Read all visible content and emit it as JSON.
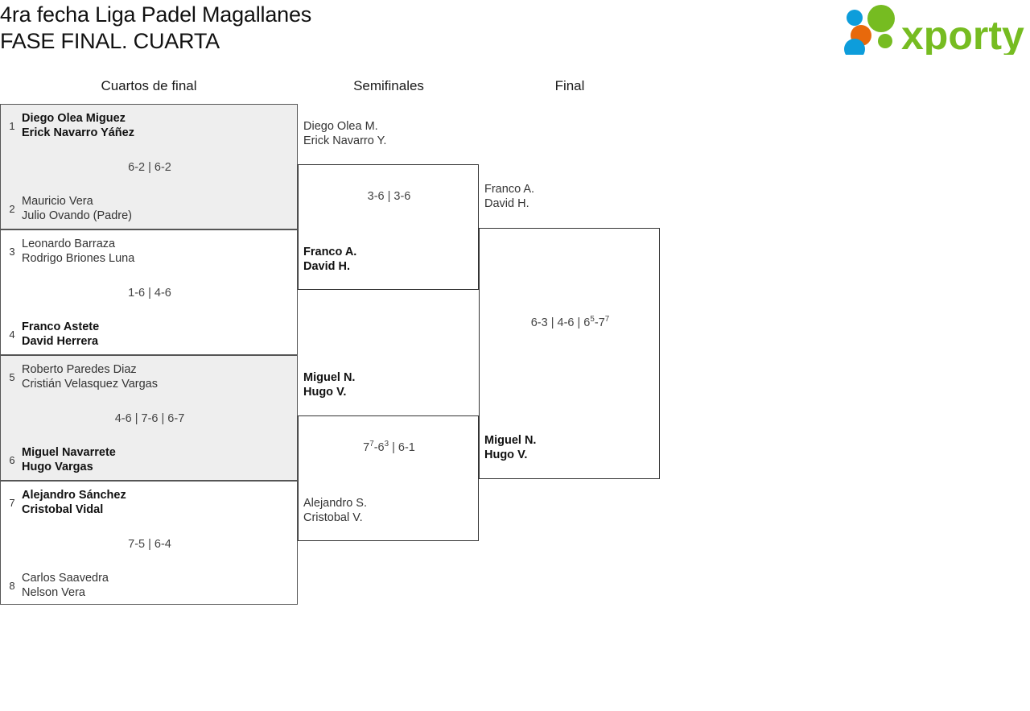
{
  "header": {
    "title_line1": "4ra fecha Liga Padel Magallanes",
    "title_line2": "FASE FINAL. CUARTA",
    "logo_text": "xporty",
    "logo_colors": {
      "green": "#76bc21",
      "blue": "#0d9ddb",
      "orange": "#e8690b"
    }
  },
  "rounds": [
    {
      "label": "Cuartos de final"
    },
    {
      "label": "Semifinales"
    },
    {
      "label": "Final"
    }
  ],
  "quarterfinals": [
    {
      "seed_top": "1",
      "top_p1": "Diego Olea Miguez",
      "top_p2": "Erick Navarro Yáñez",
      "top_winner": true,
      "seed_bottom": "2",
      "bottom_p1": "Mauricio Vera",
      "bottom_p2": "Julio Ovando (Padre)",
      "bottom_winner": false,
      "score": "6-2 | 6-2",
      "shaded": true
    },
    {
      "seed_top": "3",
      "top_p1": "Leonardo Barraza",
      "top_p2": "Rodrigo Briones Luna",
      "top_winner": false,
      "seed_bottom": "4",
      "bottom_p1": "Franco Astete",
      "bottom_p2": "David Herrera",
      "bottom_winner": true,
      "score": "1-6 | 4-6",
      "shaded": false
    },
    {
      "seed_top": "5",
      "top_p1": "Roberto Paredes Diaz",
      "top_p2": "Cristián Velasquez Vargas",
      "top_winner": false,
      "seed_bottom": "6",
      "bottom_p1": "Miguel Navarrete",
      "bottom_p2": "Hugo Vargas",
      "bottom_winner": true,
      "score": "4-6 | 7-6 | 6-7",
      "shaded": true
    },
    {
      "seed_top": "7",
      "top_p1": "Alejandro Sánchez",
      "top_p2": "Cristobal Vidal",
      "top_winner": true,
      "seed_bottom": "8",
      "bottom_p1": "Carlos Saavedra",
      "bottom_p2": "Nelson Vera",
      "bottom_winner": false,
      "score": "7-5 | 6-4",
      "shaded": false
    }
  ],
  "semifinals": [
    {
      "top_p1": "Diego Olea M.",
      "top_p2": "Erick Navarro Y.",
      "top_winner": false,
      "bottom_p1": "Franco A.",
      "bottom_p2": "David H.",
      "bottom_winner": true,
      "score_html": "3-6 | 3-6"
    },
    {
      "top_p1": "Miguel N.",
      "top_p2": "Hugo V.",
      "top_winner": true,
      "bottom_p1": "Alejandro S.",
      "bottom_p2": "Cristobal V.",
      "bottom_winner": false,
      "score_html": "7<sup>7</sup>-6<sup>3</sup> | 6-1"
    }
  ],
  "final": {
    "top_p1": "Franco A.",
    "top_p2": "David H.",
    "top_winner": false,
    "bottom_p1": "Miguel N.",
    "bottom_p2": "Hugo V.",
    "bottom_winner": true,
    "score_html": "6-3 | 4-6 | 6<sup>5</sup>-7<sup>7</sup>"
  }
}
